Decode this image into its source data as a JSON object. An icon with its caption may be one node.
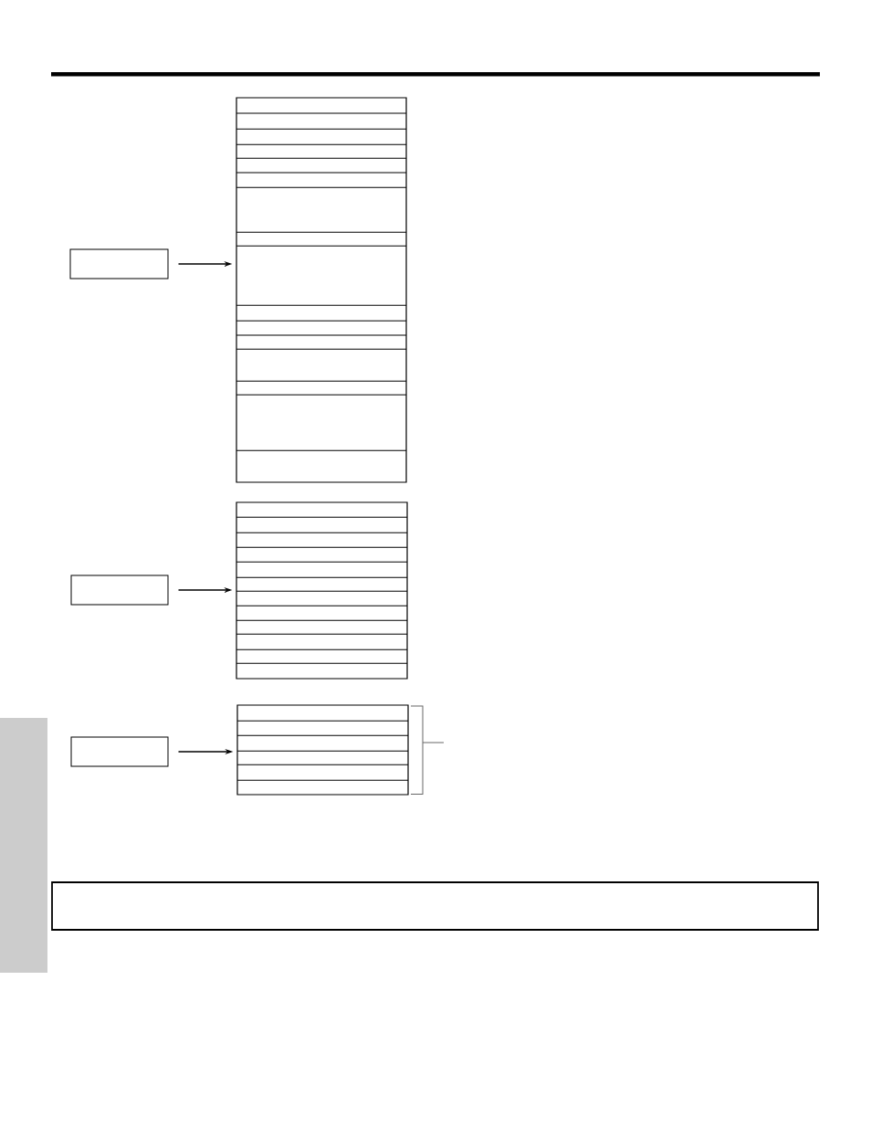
{
  "diagram": {
    "nodes": [
      {
        "text": [],
        "shape": "box"
      },
      {
        "text": [],
        "shape": "box"
      },
      {
        "text": [],
        "shape": "box"
      },
      {
        "text": [],
        "shape": "box"
      },
      {
        "text": [],
        "shape": "box"
      },
      {
        "text": [],
        "shape": "box"
      },
      {
        "text": [],
        "shape": "bar"
      },
      {
        "text": [],
        "shape": "box"
      }
    ],
    "edges": [
      {
        "from": 0,
        "to": 1,
        "arrow": "to"
      },
      {
        "from": 2,
        "to": 3,
        "arrow": "to"
      },
      {
        "from": 4,
        "to": 5,
        "arrow": "to"
      }
    ]
  }
}
